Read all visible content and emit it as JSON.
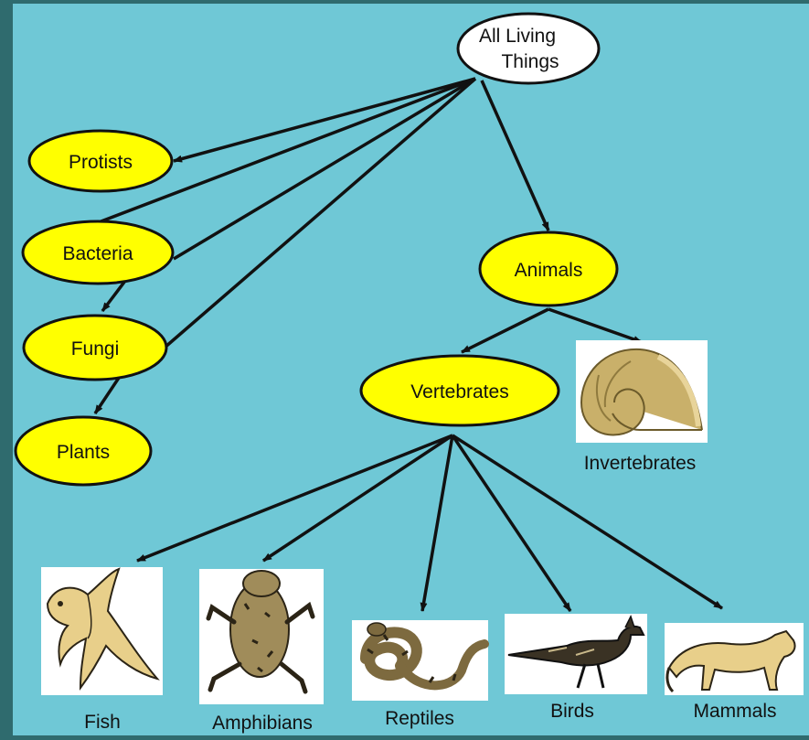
{
  "colors": {
    "background": "#6fc8d6",
    "frame": "#2f6b6e",
    "node_fill": "#ffff00",
    "root_fill": "#ffffff",
    "arrow": "#111111",
    "creature_tan": "#e8cf8a",
    "creature_dark": "#2b2416"
  },
  "nodes": {
    "root": "All Living Things",
    "protists": "Protists",
    "bacteria": "Bacteria",
    "fungi": "Fungi",
    "plants": "Plants",
    "animals": "Animals",
    "vertebrates": "Vertebrates"
  },
  "picture_labels": {
    "invertebrates": "Invertebrates",
    "fish": "Fish",
    "amphibians": "Amphibians",
    "reptiles": "Reptiles",
    "birds": "Birds",
    "mammals": "Mammals"
  },
  "pictures": {
    "invertebrates": "nautilus-shell",
    "fish": "goldfish",
    "amphibians": "salamander",
    "reptiles": "coiled-snake",
    "birds": "roadrunner",
    "mammals": "cougar"
  }
}
